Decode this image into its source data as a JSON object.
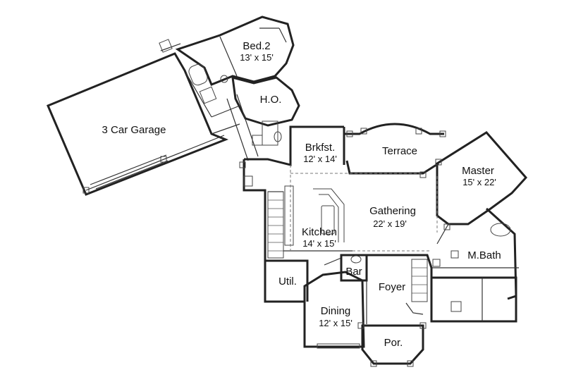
{
  "floor_plan": {
    "rooms": [
      {
        "id": "bed2",
        "name": "Bed.2",
        "size": "13' x 15'"
      },
      {
        "id": "home-office",
        "name": "H.O.",
        "size": ""
      },
      {
        "id": "garage",
        "name": "3 Car Garage",
        "size": ""
      },
      {
        "id": "breakfast",
        "name": "Brkfst.",
        "size": "12' x 14'"
      },
      {
        "id": "terrace",
        "name": "Terrace",
        "size": ""
      },
      {
        "id": "master",
        "name": "Master",
        "size": "15' x 22'"
      },
      {
        "id": "gathering",
        "name": "Gathering",
        "size": "22' x 19'"
      },
      {
        "id": "kitchen",
        "name": "Kitchen",
        "size": "14' x 15'"
      },
      {
        "id": "master-bath",
        "name": "M.Bath",
        "size": ""
      },
      {
        "id": "bar",
        "name": "Bar",
        "size": ""
      },
      {
        "id": "utility",
        "name": "Util.",
        "size": ""
      },
      {
        "id": "foyer",
        "name": "Foyer",
        "size": ""
      },
      {
        "id": "dining",
        "name": "Dining",
        "size": "12' x 15'"
      },
      {
        "id": "porch",
        "name": "Por.",
        "size": ""
      }
    ]
  }
}
